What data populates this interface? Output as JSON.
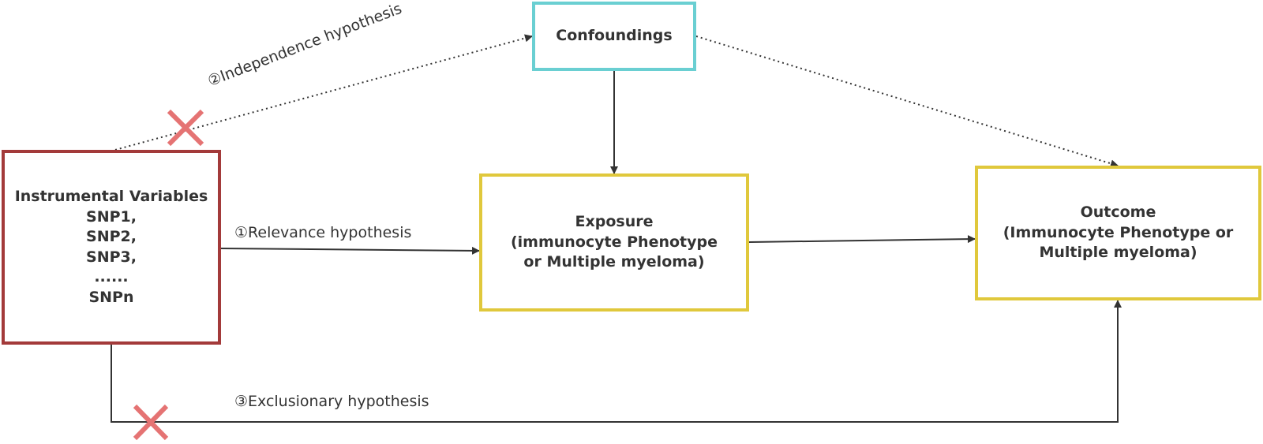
{
  "nodes": {
    "instrumental": {
      "lines": [
        "Instrumental Variables",
        "SNP1,",
        "SNP2,",
        "SNP3,",
        "......",
        "SNPn"
      ],
      "border_color": "#a33a3a"
    },
    "confoundings": {
      "lines": [
        "Confoundings"
      ],
      "border_color": "#6acfd2"
    },
    "exposure": {
      "lines": [
        "Exposure",
        "(immunocyte Phenotype",
        "or Multiple myeloma)"
      ],
      "border_color": "#e0c83c"
    },
    "outcome": {
      "lines": [
        "Outcome",
        "(Immunocyte Phenotype or",
        "Multiple myeloma)"
      ],
      "border_color": "#e0c83c"
    }
  },
  "edge_labels": {
    "relevance": "①Relevance hypothesis",
    "independence": "②Independence hypothesis",
    "exclusion": "③Exclusionary hypothesis"
  },
  "edges": [
    {
      "from": "instrumental",
      "to": "exposure",
      "style": "solid"
    },
    {
      "from": "confoundings",
      "to": "exposure",
      "style": "solid"
    },
    {
      "from": "exposure",
      "to": "outcome",
      "style": "solid"
    },
    {
      "from": "instrumental",
      "to": "confoundings",
      "style": "dotted",
      "blocked": true
    },
    {
      "from": "confoundings",
      "to": "outcome",
      "style": "dotted"
    },
    {
      "from": "instrumental",
      "to": "outcome",
      "style": "solid",
      "blocked": true
    }
  ],
  "colors": {
    "line": "#333333",
    "cross": "#e57373"
  },
  "icons": {
    "blocked_marker": "cross-icon"
  }
}
